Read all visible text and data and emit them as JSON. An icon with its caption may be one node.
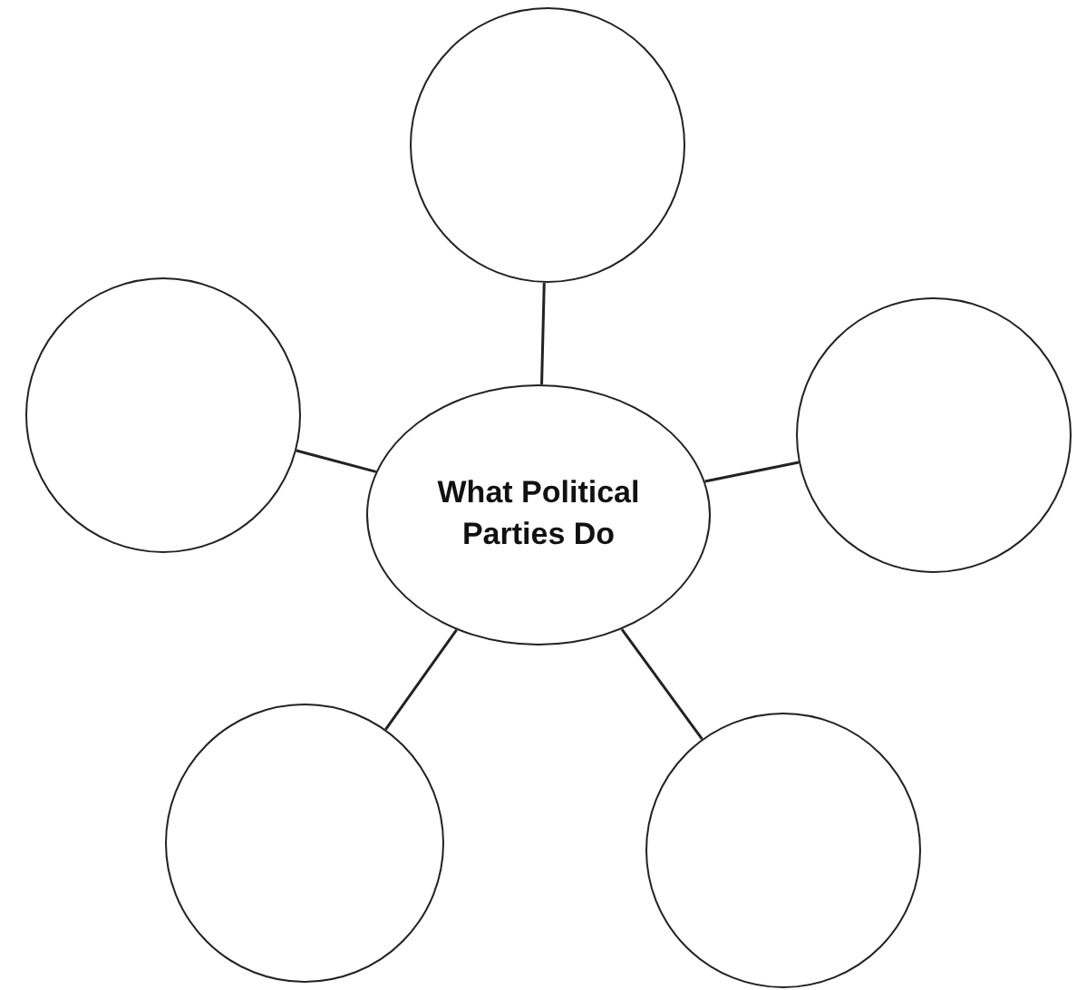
{
  "diagram": {
    "nodes": [
      {
        "text": [],
        "shape": "circle"
      },
      {
        "text": [],
        "shape": "circle"
      },
      {
        "text": [
          "What Political Parties Do"
        ]
      },
      {
        "text": [],
        "shape": "circle"
      },
      {
        "text": [],
        "shape": "circle"
      },
      {
        "text": [],
        "shape": "circle"
      }
    ],
    "edges": [
      {
        "from": 2,
        "to": 0,
        "arrow": "none"
      },
      {
        "from": 2,
        "to": 1,
        "arrow": "none"
      },
      {
        "from": 2,
        "to": 3,
        "arrow": "none"
      },
      {
        "from": 2,
        "to": 4,
        "arrow": "none"
      },
      {
        "from": 2,
        "to": 5,
        "arrow": "none"
      }
    ]
  }
}
